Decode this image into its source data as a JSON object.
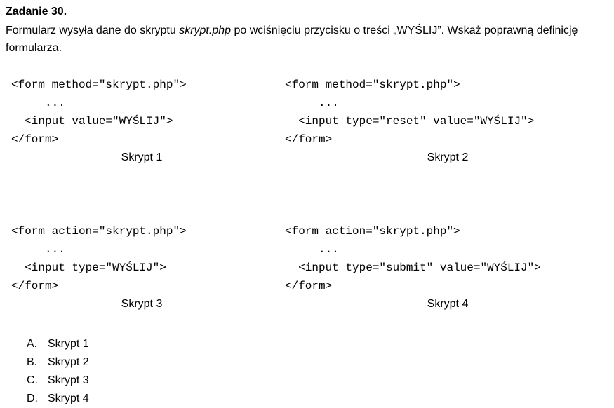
{
  "task": {
    "title": "Zadanie 30.",
    "question_before": "Formularz wysyła dane do skryptu ",
    "question_italic": "skrypt.php",
    "question_after": " po wciśnięciu przycisku o treści „WYŚLIJ”. Wskaż poprawną definicję formularza."
  },
  "scripts": [
    {
      "lines": [
        "<form method=\"skrypt.php\">",
        "     ...",
        "  <input value=\"WYŚLIJ\">",
        "</form>"
      ],
      "caption": "Skrypt 1"
    },
    {
      "lines": [
        "<form method=\"skrypt.php\">",
        "     ...",
        "  <input type=\"reset\" value=\"WYŚLIJ\">",
        "</form>"
      ],
      "caption": "Skrypt 2"
    },
    {
      "lines": [
        "<form action=\"skrypt.php\">",
        "     ...",
        "  <input type=\"WYŚLIJ\">",
        "</form>"
      ],
      "caption": "Skrypt 3"
    },
    {
      "lines": [
        "<form action=\"skrypt.php\">",
        "     ...",
        "  <input type=\"submit\" value=\"WYŚLIJ\">",
        "</form>"
      ],
      "caption": "Skrypt 4"
    }
  ],
  "answers": [
    {
      "letter": "A.",
      "text": "Skrypt 1"
    },
    {
      "letter": "B.",
      "text": "Skrypt 2"
    },
    {
      "letter": "C.",
      "text": "Skrypt 3"
    },
    {
      "letter": "D.",
      "text": "Skrypt 4"
    }
  ]
}
